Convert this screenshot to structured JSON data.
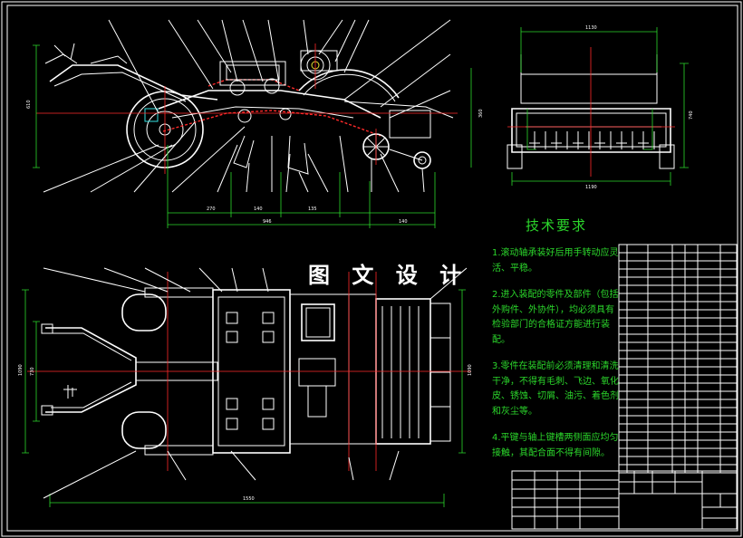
{
  "watermark": {
    "text": "图 文 设 计"
  },
  "technical_requirements": {
    "title": "技术要求",
    "items": [
      "1.滚动轴承装好后用手转动应灵活、平稳。",
      "2.进入装配的零件及部件（包括外购件、外协件），均必须具有检验部门的合格证方能进行装配。",
      "3.零件在装配前必须清理和清洗干净，不得有毛刺、飞边、氧化皮、锈蚀、切屑、油污、着色剂和灰尘等。",
      "4.平键与轴上键槽两侧面应均匀接触，其配合面不得有间隙。"
    ]
  },
  "dimensions": {
    "front_d1": "270",
    "front_d2": "140",
    "front_d3": "135",
    "front_total": "946",
    "front_right": "140",
    "front_height": "610",
    "side_top": "1130",
    "side_bottom": "1190",
    "side_height": "740",
    "side_mid": "360",
    "plan_total": "1550",
    "plan_left": "1090",
    "plan_inner": "730",
    "plan_right": "1090"
  },
  "colors": {
    "background": "#000000",
    "outline": "#ffffff",
    "dimension": "#2bd62b",
    "centerline": "#ff2a2a",
    "text": "#2bd62b"
  }
}
